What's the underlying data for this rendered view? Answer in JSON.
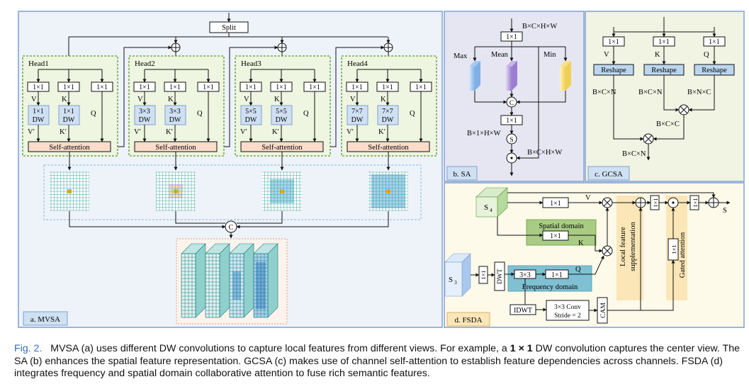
{
  "mvsa": {
    "split": "Split",
    "panel_label": "a. MVSA",
    "heads": [
      {
        "title": "Head1",
        "dw1": "1×1",
        "dw2": "DW",
        "dw_k1": "1×1",
        "dw_k2": "DW"
      },
      {
        "title": "Head2",
        "dw1": "3×3",
        "dw2": "DW",
        "dw_k1": "3×3",
        "dw_k2": "DW"
      },
      {
        "title": "Head3",
        "dw1": "5×5",
        "dw2": "DW",
        "dw_k1": "5×5",
        "dw_k2": "DW"
      },
      {
        "title": "Head4",
        "dw1": "7×7",
        "dw2": "DW",
        "dw_k1": "7×7",
        "dw_k2": "DW"
      }
    ],
    "conv": "1×1",
    "v": "V",
    "k": "K",
    "q": "Q",
    "v_prime": "V′",
    "k_prime": "K′",
    "self_attention": "Self-attention",
    "concat": "C"
  },
  "sa": {
    "panel_label": "b. SA",
    "input": "B×C×H×W",
    "conv1": "1×1",
    "max": "Max",
    "mean": "Mean",
    "min": "Min",
    "concat": "C",
    "conv2": "1×1",
    "mid_shape": "B×1×H×W",
    "sigmoid": "S",
    "output_shape": "B×C×H×W"
  },
  "gcsa": {
    "panel_label": "c. GCSA",
    "conv": "1×1",
    "v": "V",
    "k": "K",
    "q": "Q",
    "reshape": "Reshape",
    "v_shape": "B×C×N",
    "k_shape": "B×C×N",
    "q_shape": "B×N×C",
    "cc_shape": "B×C×C",
    "out_shape": "B×C×N"
  },
  "fsda": {
    "panel_label": "d. FSDA",
    "s4": "S",
    "s4_sub": "4",
    "s3": "S",
    "s3_sub": "3",
    "conv1": "1×1",
    "v": "V",
    "spatial_domain": "Spatial domain",
    "k": "K",
    "q": "Q",
    "dwt": "DWT",
    "conv33": "3×3",
    "frequency_domain": "Frequency domain",
    "idwt": "IDWT",
    "conv_stride_1": "3×3 Conv",
    "conv_stride_2": "Stride = 2",
    "cam": "CAM",
    "local_1": "Local feature",
    "local_2": "supplementation",
    "gated": "Gated attention",
    "out": "S"
  },
  "caption": {
    "fig": "Fig. 2.",
    "pre": "MVSA (a) uses different DW convolutions to capture local features from different views. For example, a",
    "kernel": "1 × 1",
    "post": "DW convolution captures the center view. The SA (b) enhances the spatial feature representation. GCSA (c) makes use of channel self-attention to establish feature dependencies across channels. FSDA (d) integrates frequency and spatial domain collaborative attention to fuse rich semantic features."
  },
  "colors": {
    "panel_border": "#7fa0d0",
    "panel_a_bg": "#eef3fa",
    "panel_b_bg": "#e6e6f3",
    "panel_c_bg": "#f1f3e3",
    "panel_d_bg": "#fdfaea",
    "head_bg": "#eef5e0",
    "head_border": "#5c9a2a",
    "dw_fill": "#cfe0f2",
    "selfattn_fill": "#fbdccb",
    "reshape_fill": "#bcd6ef",
    "spatial_fill": "#a9cc84",
    "freq_fill": "#7fc0d2",
    "band_fill": "#fbe6b8",
    "caption_label": "#2f6fb7"
  }
}
